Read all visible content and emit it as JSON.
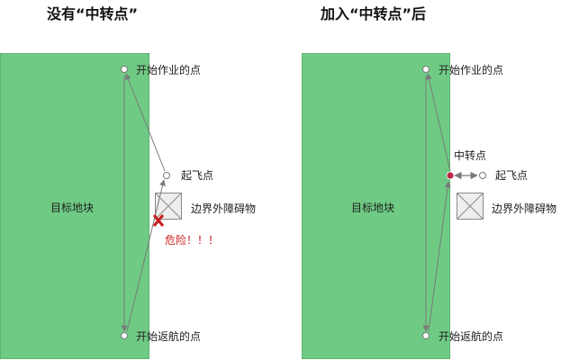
{
  "colors": {
    "field_fill": "#6fcb84",
    "arrow": "#7a7a7a",
    "transfer_point": "#c0244c",
    "danger": "#c81e1e"
  },
  "left_panel": {
    "title": "没有“中转点”",
    "field_label": "目标地块",
    "start_work_label": "开始作业的点",
    "takeoff_label": "起飞点",
    "obstacle_label": "边界外障碍物",
    "danger_label": "危险！！！",
    "return_label": "开始返航的点",
    "obstacle_icon": "crossed-box-icon",
    "danger_icon": "red-x-icon"
  },
  "right_panel": {
    "title": "加入“中转点”后",
    "field_label": "目标地块",
    "start_work_label": "开始作业的点",
    "transfer_label": "中转点",
    "takeoff_label": "起飞点",
    "obstacle_label": "边界外障碍物",
    "return_label": "开始返航的点",
    "obstacle_icon": "crossed-box-icon"
  }
}
